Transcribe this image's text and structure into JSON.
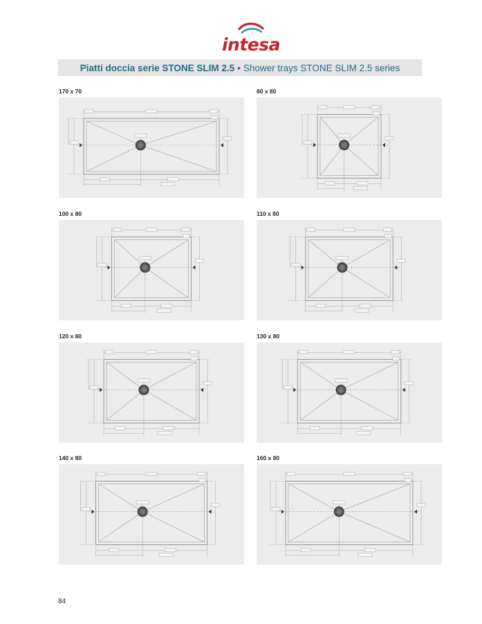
{
  "header": {
    "brand": "intesa",
    "title_it": "Piatti doccia serie STONE SLIM 2.5",
    "separator": "•",
    "title_en": "Shower trays STONE SLIM 2.5 series"
  },
  "drawings": [
    {
      "label": "170 x 70",
      "w": 170,
      "h": 70
    },
    {
      "label": "80 x 80",
      "w": 80,
      "h": 80
    },
    {
      "label": "100 x 80",
      "w": 100,
      "h": 80
    },
    {
      "label": "110 x 80",
      "w": 110,
      "h": 80
    },
    {
      "label": "120 x 80",
      "w": 120,
      "h": 80
    },
    {
      "label": "130 x 80",
      "w": 130,
      "h": 80
    },
    {
      "label": "140 x 80",
      "w": 140,
      "h": 80
    },
    {
      "label": "160 x 80",
      "w": 160,
      "h": 80
    }
  ],
  "footer": {
    "page_number": "84"
  }
}
